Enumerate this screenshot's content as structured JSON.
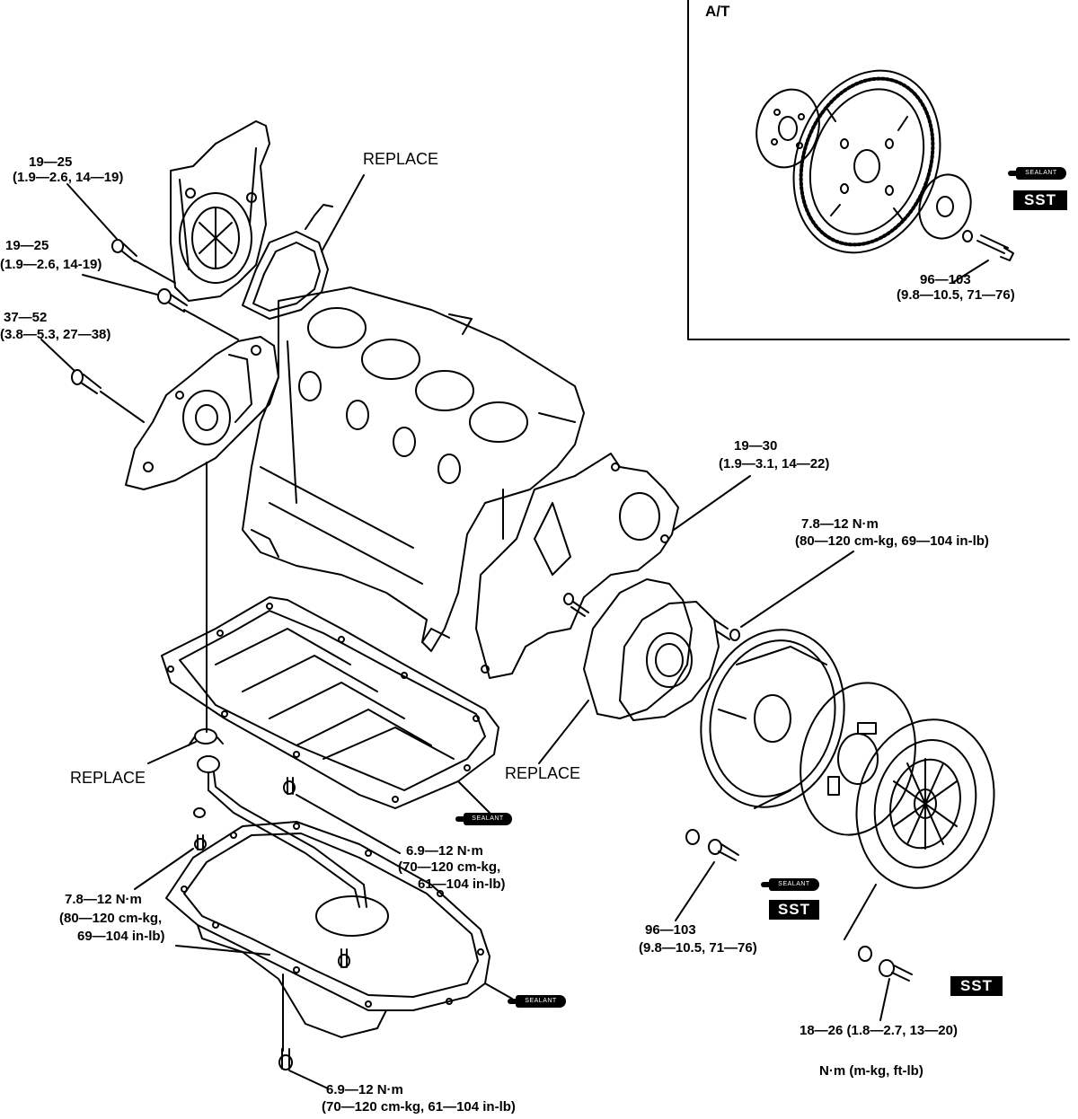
{
  "at_box": {
    "title": "A/T",
    "sst_label": "SST",
    "sealant_label": "SEALANT",
    "torque_line1": "96—103",
    "torque_line2": "(9.8—10.5, 71—76)"
  },
  "labels": {
    "water_pump_bolt_1": [
      "19—25",
      "(1.9—2.6, 14—19)"
    ],
    "water_pump_bolt_2": [
      "19—25",
      "(1.9—2.6, 14-19)"
    ],
    "oil_pump_bolt": [
      "37—52",
      "(3.8—5.3, 27—38)"
    ],
    "replace_gasket_top": "REPLACE",
    "rear_cover_bolt": [
      "19—30",
      "(1.9—3.1, 14—22)"
    ],
    "oil_seal_bolt": [
      "7.8—12 N·m",
      "(80—120 cm-kg, 69—104 in-lb)"
    ],
    "replace_rear_seal": "REPLACE",
    "replace_oil_strainer": "REPLACE",
    "oil_strainer_bolt": [
      "6.9—12 N·m",
      "(70—120 cm-kg,",
      "61—104 in-lb)"
    ],
    "oil_pan_stud": [
      "7.8—12 N·m",
      "(80—120 cm-kg,",
      "69—104 in-lb)"
    ],
    "flywheel_bolt": [
      "96—103",
      "(9.8—10.5, 71—76)"
    ],
    "pressure_plate_bolt": "18—26 (1.8—2.7, 13—20)",
    "drain_plug": [
      "6.9—12 N·m",
      "(70—120 cm-kg, 61—104 in-lb)"
    ],
    "units_legend": "N·m (m-kg, ft-lb)"
  },
  "badges": {
    "sst_flywheel": "SST",
    "sst_pressure_plate": "SST",
    "sealant": "SEALANT"
  },
  "colors": {
    "line": "#000000",
    "background": "#ffffff"
  }
}
